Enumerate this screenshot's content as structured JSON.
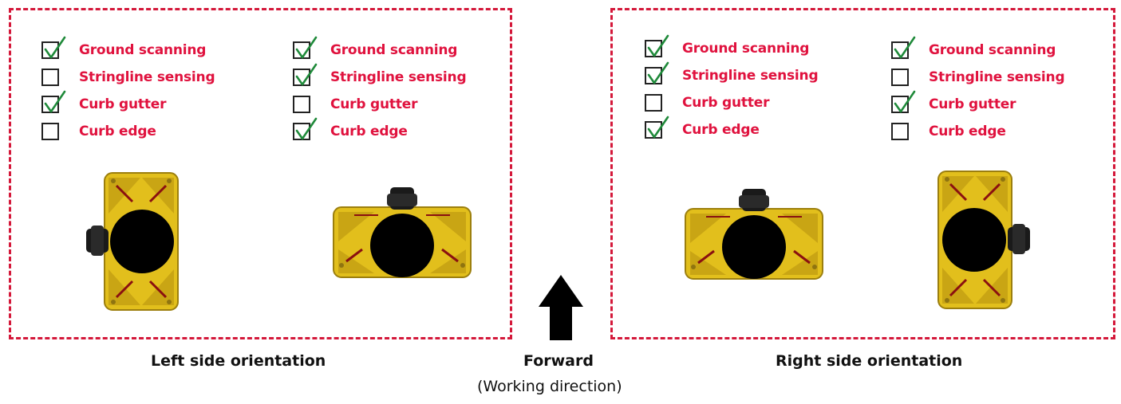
{
  "colors": {
    "accent": "#e0123e",
    "check": "#1f8a3a",
    "sensor_body": "#e2bf1c",
    "frame": "#d4183a"
  },
  "left_panel": {
    "caption": "Left side orientation",
    "columns": [
      {
        "items": [
          {
            "label": "Ground scanning",
            "checked": true
          },
          {
            "label": "Stringline sensing",
            "checked": false
          },
          {
            "label": "Curb gutter",
            "checked": true
          },
          {
            "label": "Curb edge",
            "checked": false
          }
        ]
      },
      {
        "items": [
          {
            "label": "Ground scanning",
            "checked": true
          },
          {
            "label": "Stringline sensing",
            "checked": true
          },
          {
            "label": "Curb gutter",
            "checked": false
          },
          {
            "label": "Curb edge",
            "checked": true
          }
        ]
      }
    ]
  },
  "right_panel": {
    "caption": "Right side orientation",
    "columns": [
      {
        "items": [
          {
            "label": "Ground scanning",
            "checked": true
          },
          {
            "label": "Stringline sensing",
            "checked": true
          },
          {
            "label": "Curb gutter",
            "checked": false
          },
          {
            "label": "Curb edge",
            "checked": true
          }
        ]
      },
      {
        "items": [
          {
            "label": "Ground scanning",
            "checked": true
          },
          {
            "label": "Stringline sensing",
            "checked": false
          },
          {
            "label": "Curb gutter",
            "checked": true
          },
          {
            "label": "Curb edge",
            "checked": false
          }
        ]
      }
    ]
  },
  "forward": {
    "title": "Forward",
    "subtitle": "(Working direction)",
    "icon": "up-arrow-icon"
  }
}
